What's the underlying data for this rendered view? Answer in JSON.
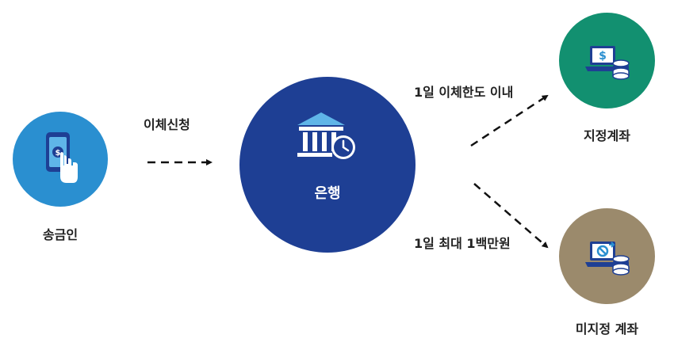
{
  "sender": {
    "label": "송금인",
    "color": "#2a8fd0",
    "icon": "phone-money-icon"
  },
  "request": {
    "label": "이체신청"
  },
  "bank": {
    "label": "은행",
    "color": "#1e3f94",
    "icon": "bank-clock-icon"
  },
  "designated": {
    "label": "지정계좌",
    "arrow_label": "1일 이체한도 이내",
    "color": "#129070",
    "icon": "laptop-dollar-coins-icon"
  },
  "undesignated": {
    "label": "미지정 계좌",
    "arrow_label": "1일 최대 1백만원",
    "color": "#9b8a6c",
    "icon": "laptop-blocked-coins-icon"
  }
}
